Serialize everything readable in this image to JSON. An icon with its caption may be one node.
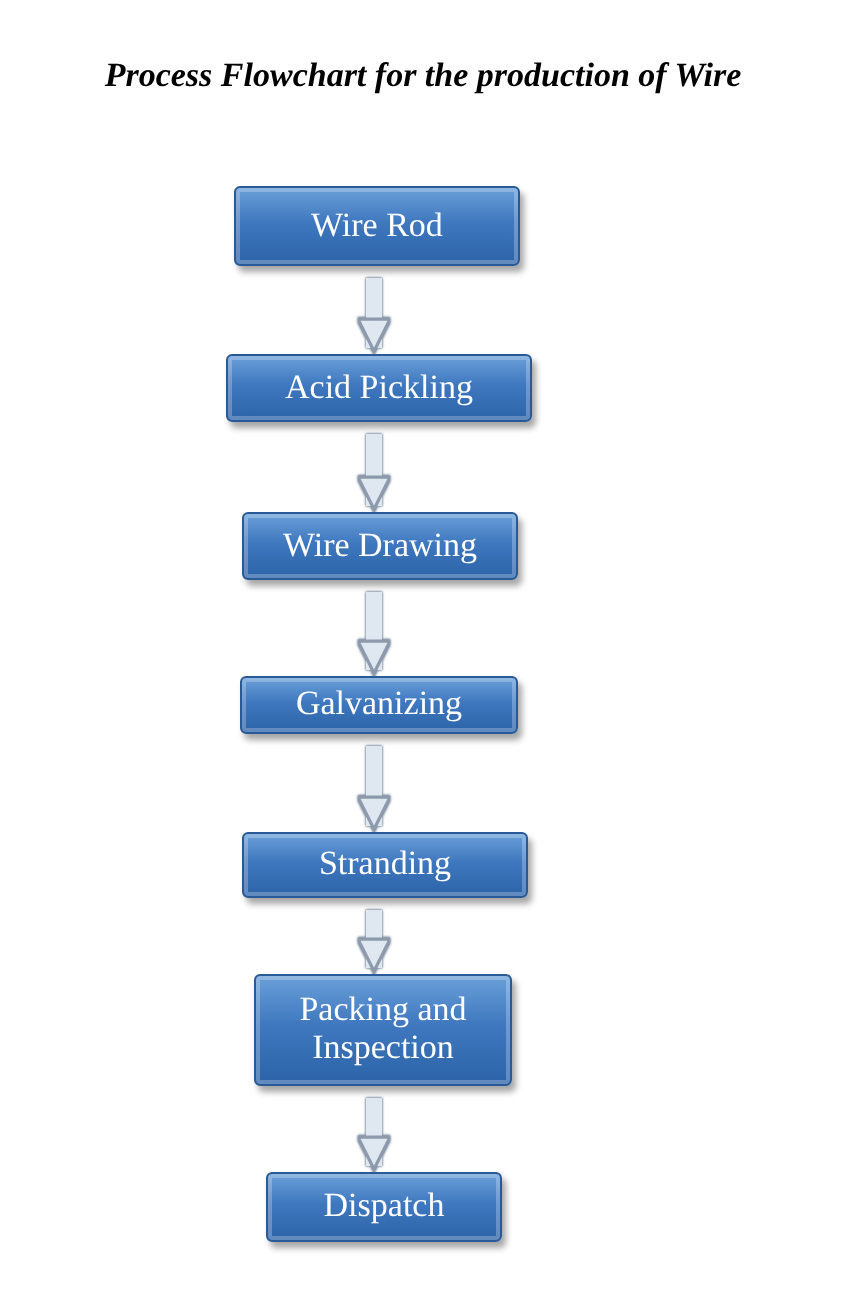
{
  "diagram": {
    "title": "Process Flowchart for the production of Wire",
    "nodes": [
      {
        "text": [
          "Wire Rod"
        ]
      },
      {
        "text": [
          "Acid Pickling"
        ]
      },
      {
        "text": [
          "Wire Drawing"
        ]
      },
      {
        "text": [
          "Galvanizing"
        ]
      },
      {
        "text": [
          "Stranding"
        ]
      },
      {
        "text": [
          "Packing and Inspection"
        ]
      },
      {
        "text": [
          "Dispatch"
        ]
      }
    ],
    "edges": [
      {
        "from": 0,
        "to": 1,
        "arrow": "to"
      },
      {
        "from": 1,
        "to": 2,
        "arrow": "to"
      },
      {
        "from": 2,
        "to": 3,
        "arrow": "to"
      },
      {
        "from": 3,
        "to": 4,
        "arrow": "to"
      },
      {
        "from": 4,
        "to": 5,
        "arrow": "to"
      },
      {
        "from": 5,
        "to": 6,
        "arrow": "to"
      }
    ]
  }
}
